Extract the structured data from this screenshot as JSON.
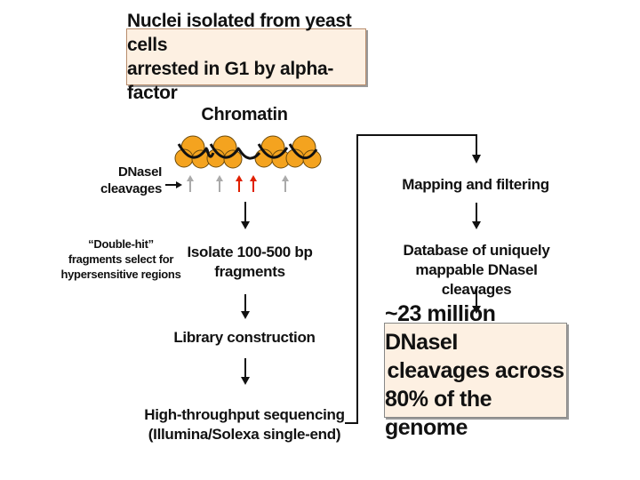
{
  "top_box": {
    "line1": "Nuclei isolated from yeast cells",
    "line2": "arrested in G1 by alpha-factor"
  },
  "chromatin": {
    "title": "Chromatin"
  },
  "dnase": {
    "line1": "DNaseI",
    "line2": "cleavages"
  },
  "double_hit": {
    "line1": "“Double-hit”",
    "line2": "fragments select for",
    "line3": "hypersensitive regions"
  },
  "steps": {
    "isolate_line1": "Isolate 100-500 bp",
    "isolate_line2": "fragments",
    "library": "Library construction",
    "sequencing_line1": "High-throughput sequencing",
    "sequencing_line2": "(Illumina/Solexa single-end)"
  },
  "right_flow": {
    "mapping": "Mapping and filtering",
    "database_line1": "Database of uniquely",
    "database_line2": "mappable DNaseI cleavages"
  },
  "result": {
    "line1": "~23 million DNaseI",
    "line2": "cleavages across",
    "line3": "80% of the genome"
  },
  "colors": {
    "box_fill": "#fdf0e2",
    "nucleosome": "#f4a31f",
    "cleavage_gray": "#aaaaaa",
    "cleavage_red": "#e02000"
  }
}
